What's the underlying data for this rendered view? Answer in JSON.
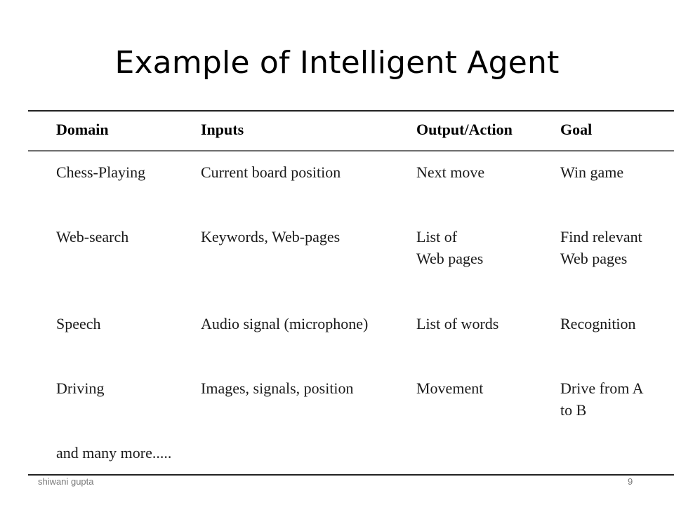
{
  "slide": {
    "title": "Example of Intelligent Agent"
  },
  "table": {
    "headers": [
      "Domain",
      "Inputs",
      "Output/Action",
      "Goal"
    ],
    "rows": [
      [
        "Chess-Playing",
        "Current board position",
        "Next move",
        "Win game"
      ],
      [
        "Web-search",
        "Keywords, Web-pages",
        "List of\nWeb pages",
        "Find relevant\nWeb pages"
      ],
      [
        "Speech",
        "Audio signal (microphone)",
        "List of words",
        "Recognition"
      ],
      [
        "Driving",
        "Images, signals, position",
        "Movement",
        "Drive from A\nto B"
      ]
    ],
    "note": "and many more....."
  },
  "footer": {
    "author": "shiwani gupta",
    "page_number": "9"
  }
}
